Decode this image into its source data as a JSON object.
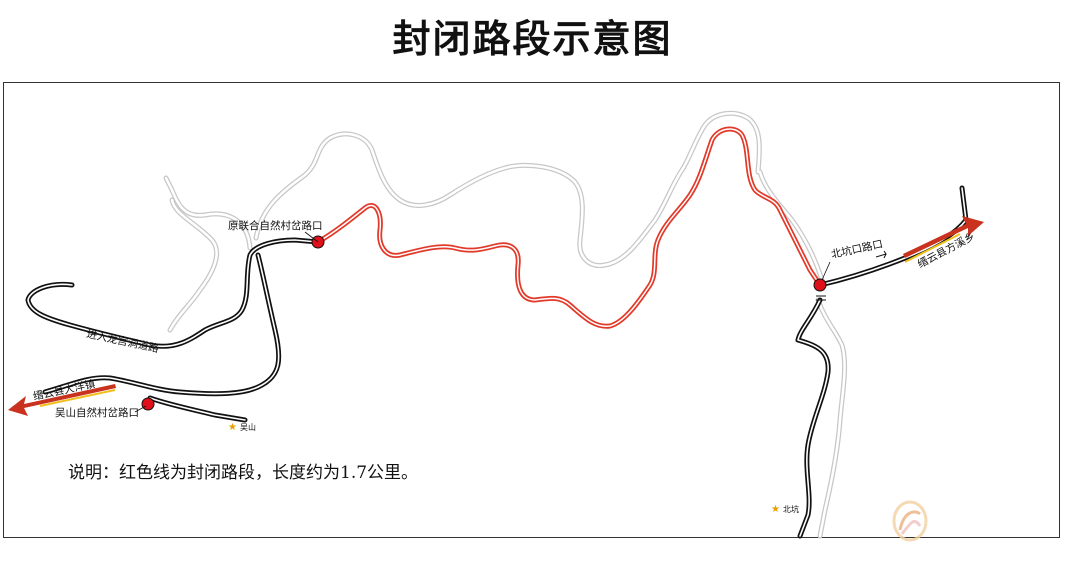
{
  "title": "封闭路段示意图",
  "labels": {
    "west_junction": "原联合自然村岔路口",
    "east_junction": "北坑口路口",
    "longgong_road": "进入龙宫洞道路",
    "to_dayang": "缙云县大洋镇",
    "wushan_junction": "吴山自然村岔路口",
    "to_fangxi": "缙云县方溪乡",
    "village_wushan": "吴山",
    "village_beikeng": "北坑"
  },
  "note": "说明：红色线为封闭路段，长度约为1.7公里。",
  "colors": {
    "closed_road": "#e23a2a",
    "major_road": "#111111",
    "minor_road": "#bdbdbd",
    "junction_marker": "#e0101a",
    "arrow": "#c8321e",
    "arrow_tail": "#f0c020",
    "village_star": "#e8a000"
  }
}
